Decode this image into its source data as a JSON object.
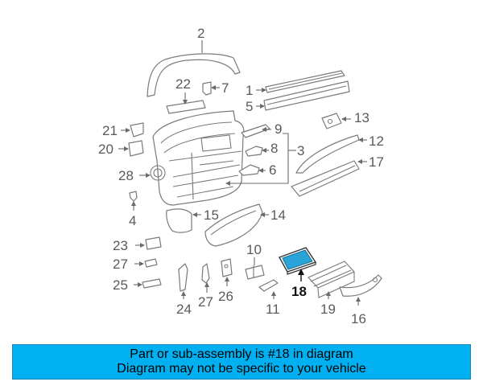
{
  "callouts": {
    "c1": "1",
    "c2": "2",
    "c3": "3",
    "c4": "4",
    "c5": "5",
    "c6": "6",
    "c7": "7",
    "c8": "8",
    "c9": "9",
    "c10": "10",
    "c11": "11",
    "c12": "12",
    "c13": "13",
    "c14": "14",
    "c15": "15",
    "c16": "16",
    "c17": "17",
    "c18": "18",
    "c19": "19",
    "c20": "20",
    "c21": "21",
    "c22": "22",
    "c23": "23",
    "c24": "24",
    "c25": "25",
    "c26": "26",
    "c27": "27",
    "c28": "28"
  },
  "highlight": {
    "part": "18",
    "color": "#2aa3d8"
  },
  "banner": {
    "line1": "Part or sub-assembly is #18 in diagram",
    "line2": "Diagram may not be specific to your vehicle",
    "background": "#00b0f0"
  }
}
